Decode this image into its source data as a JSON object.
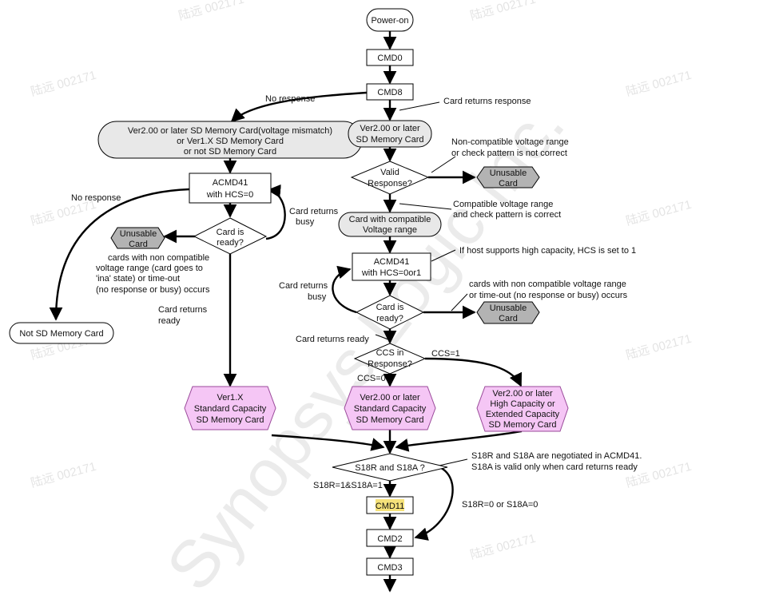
{
  "nodes": {
    "power_on": "Power-on",
    "cmd0": "CMD0",
    "cmd8": "CMD8",
    "ver1_card": [
      "Ver2.00 or later SD Memory Card(voltage mismatch)",
      "or Ver1.X SD Memory Card",
      "or not SD Memory Card"
    ],
    "ver2_card": [
      "Ver2.00 or later",
      "SD Memory Card"
    ],
    "valid_response": [
      "Valid",
      "Response?"
    ],
    "unusable_1": [
      "Unusable",
      "Card"
    ],
    "compatible_card": [
      "Card with compatible",
      "Voltage range"
    ],
    "acmd41_left": [
      "ACMD41",
      "with HCS=0"
    ],
    "ready_left": [
      "Card is",
      "ready?"
    ],
    "unusable_left": [
      "Unusable",
      "Card"
    ],
    "not_sd": "Not SD Memory Card",
    "acmd41_right": [
      "ACMD41",
      "with HCS=0or1"
    ],
    "ready_right": [
      "Card is",
      "ready?"
    ],
    "unusable_2": [
      "Unusable",
      "Card"
    ],
    "ccs": [
      "CCS in",
      "Response?"
    ],
    "v1x": [
      "Ver1.X",
      "Standard Capacity",
      "SD Memory Card"
    ],
    "v2_std": [
      "Ver2.00 or later",
      "Standard Capacity",
      "SD Memory Card"
    ],
    "v2_high": [
      "Ver2.00 or later",
      "High Capacity or",
      "Extended Capacity",
      "SD Memory Card"
    ],
    "s18": "S18R and S18A ?",
    "cmd11": "CMD11",
    "cmd2": "CMD2",
    "cmd3": "CMD3"
  },
  "labels": {
    "no_response_cmd8": "No response",
    "card_returns_response": "Card returns response",
    "non_compatible": [
      "Non-compatible voltage range",
      "or check pattern is not correct"
    ],
    "compatible": [
      "Compatible voltage range",
      "and check pattern is correct"
    ],
    "no_response_left": "No response",
    "busy_left": [
      "Card returns",
      "busy"
    ],
    "left_note": [
      "cards with non compatible",
      "voltage range (card goes to",
      "'ina' state) or time-out",
      "(no response or busy) occurs"
    ],
    "ready_left": [
      "Card returns",
      "ready"
    ],
    "hcs_note": "If host supports high capacity, HCS is set to 1",
    "busy_right": [
      "Card returns",
      "busy"
    ],
    "right_note": [
      "cards with non compatible voltage range",
      "or time-out (no response or busy) occurs"
    ],
    "ready_right": "Card returns ready",
    "ccs1": "CCS=1",
    "ccs0": "CCS=0",
    "s18_note": [
      "S18R and S18A are negotiated in ACMD41.",
      "S18A is valid only when card returns ready"
    ],
    "s18_yes": "S18R=1&S18A=1",
    "s18_no": "S18R=0 or S18A=0"
  },
  "watermark": {
    "code": "陆远 002171",
    "brand": "Synopsys Logic Inc."
  },
  "colors": {
    "line": "#000000",
    "rounded_fill": "#e8e8e8",
    "unusable_fill": "#b3b3b3",
    "result_fill": "#f5c6f5",
    "result_stroke": "#9a4a9a",
    "cmd11_fill": "#f5e27a"
  }
}
